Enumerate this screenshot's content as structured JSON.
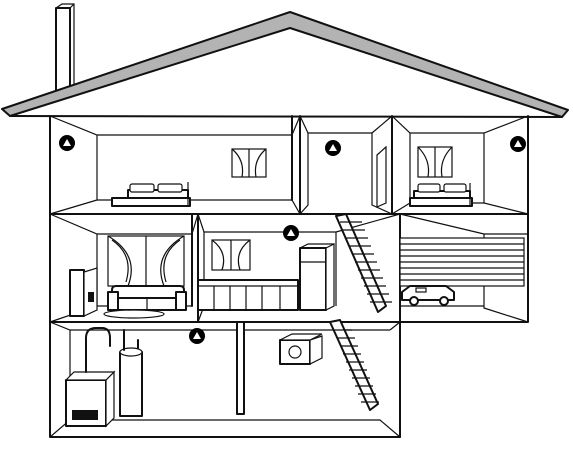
{
  "colors": {
    "line": "#111111",
    "roof": "#b3b3b3",
    "background": "#ffffff",
    "detector": "#000000"
  },
  "detectors": [
    {
      "icon": "smoke-detector-icon",
      "room": "left-bedroom"
    },
    {
      "icon": "smoke-detector-icon",
      "room": "upstairs-hallway"
    },
    {
      "icon": "smoke-detector-icon",
      "room": "right-bedroom"
    },
    {
      "icon": "smoke-detector-icon",
      "room": "kitchen"
    },
    {
      "icon": "smoke-detector-icon",
      "room": "basement"
    }
  ],
  "rooms": [
    "left-bedroom",
    "upstairs-hallway",
    "right-bedroom",
    "living-room",
    "kitchen",
    "garage",
    "basement"
  ]
}
